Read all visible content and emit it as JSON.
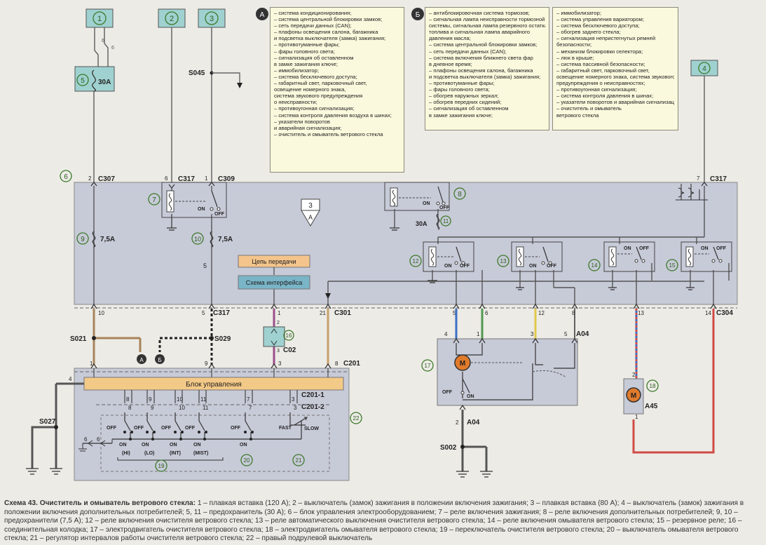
{
  "note_a": {
    "marker": "А",
    "items": [
      "– система кондиционирования;",
      "– система центральной блокировки замков;",
      "– сеть передачи данных (CAN);",
      "– плафоны освещения салона, багажника",
      "и подсветка выключателя (замка) зажигания;",
      "– противотуманные фары;",
      "– фары головного света;",
      "– сигнализация об оставленном",
      "в замке зажигания ключе;",
      "– иммобилизатор;",
      "– система бесключевого доступа;",
      "– габаритный свет, парковочный свет,",
      "освещение номерного знака,",
      "система звукового предупреждения",
      "о неисправности;",
      "– противоугонная сигнализация;",
      "– система контроля давления воздуха в шинах;",
      "– указатели поворотов",
      "и аварийная сигнализация;",
      "– очиститель и омыватель ветрового стекла"
    ]
  },
  "note_b": {
    "marker": "Б",
    "items_left": [
      "– антиблокировочная система тормозов;",
      "– сигнальная лампа неисправности тормозной",
      "системы, сигнальная лампа резервного остатка",
      "топлива и сигнальная лампа аварийного",
      "давления масла;",
      "– система центральной блокировки замков;",
      "– сеть передачи данных (CAN);",
      "– система включения ближнего света фар",
      "в дневное время;",
      "– плафоны освещения салона, багажника",
      "и подсветка выключателя (замка) зажигания;",
      "– противотуманные фары;",
      "– фары головного света;",
      "– обогрев наружных зеркал;",
      "– обогрев передних сидений;",
      "– сигнализация об оставленном",
      "в замке зажигания ключе;"
    ],
    "items_right": [
      "– иммобилизатор;",
      "– система управления вариатором;",
      "– система бесключевого доступа;",
      "– обогрев заднего стекла;",
      "– сигнализация непристегнутых ремней",
      "безопасности;",
      "– механизм блокировки селектора;",
      "– люк в крыше;",
      "– система пассивной безопасности;",
      "– габаритный свет, парковочный свет,",
      "освещение номерного знака, система звукового",
      "предупреждения о неисправностях;",
      "– противоугонная сигнализация;",
      "– система контроля давления в шинах;",
      "– указатели поворотов и аварийная сигнализация;",
      "– очиститель и омыватель",
      "ветрового стекла"
    ]
  },
  "labels": {
    "c307": "C307",
    "c317": "C317",
    "c309": "C309",
    "c317b": "C317",
    "c301": "C301",
    "c304": "C304",
    "c201": "C201",
    "c201_1": "C201-1",
    "c201_2": "C201-2",
    "c02": "C02",
    "a04": "A04",
    "a04b": "A04",
    "a45": "A45",
    "s045": "S045",
    "s021": "S021",
    "s029": "S029",
    "s027": "S027",
    "s002": "S002",
    "fuse9": "7,5A",
    "fuse10": "7,5A",
    "fuse5": "30A",
    "fuse11": "30A",
    "control_unit": "Блок управления",
    "transmission_chain": "Цепь передачи",
    "interface_scheme": "Схема интерфейса",
    "on": "ON",
    "off": "OFF",
    "fast": "FAST",
    "slow": "SLOW",
    "hi": "(HI)",
    "lo": "(LO)",
    "int": "(INT)",
    "mist": "(MIST)",
    "motor": "M",
    "ref_a": "А",
    "ref_b": "Б",
    "ref_3": "3",
    "ref_a2": "A"
  },
  "caption": {
    "title": "Схема 43. Очиститель и омыватель ветрового стекла:",
    "text": "1 – плавкая вставка (120 А); 2 – выключатель (замок) зажигания в положении включения зажигания; 3 – плавкая вставка (80 А); 4 – выключатель (замок) зажигания в положении включения дополнительных потребителей; 5, 11 – предохранитель (30 А); 6 – блок управления электрооборудованием; 7 – реле включения зажигания; 8 – реле включения дополнительных потребителей; 9, 10 – предохранители (7,5 А); 12 – реле включения очистителя ветрового стекла; 13 – реле автоматического выключения очистителя ветрового стекла; 14 – реле включения омывателя ветрового стекла; 15 – резервное реле; 16 – соединительная колодка; 17 – электродвигатель очистителя ветрового стекла; 18 – электродвигатель омывателя ветрового стекла; 19 – переключатель очистителя ветрового стекла; 20 – выключатель омывателя ветрового стекла; 21 – регулятор интервалов работы очистителя ветрового стекла; 22 – правый подрулевой выключатель"
  },
  "colors": {
    "background": "#ecebe6",
    "panel": "#c7cad7",
    "note_fill": "#fbf9dd",
    "teal_box": "#9fd1d0",
    "green_circle": "#6a9f3c",
    "wire_red": "#cf4b45",
    "wire_brown": "#a7845a",
    "wire_purple": "#9b4e89",
    "wire_blue": "#3c6fc4",
    "wire_green": "#4e9a50",
    "wire_yellow": "#e0c94a",
    "control_bar": "#f3c987",
    "chain_box": "#f3c48b",
    "iface_box": "#79b5c7",
    "motor": "#e07b2c"
  }
}
